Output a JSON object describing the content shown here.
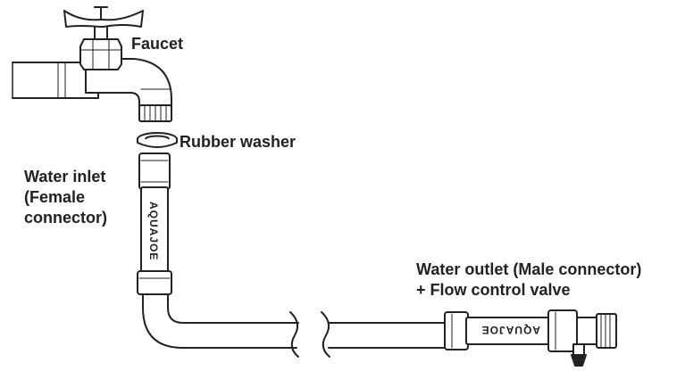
{
  "labels": {
    "faucet": "Faucet",
    "washer": "Rubber washer",
    "inlet": [
      "Water inlet",
      "(Female",
      "connector)"
    ],
    "outlet": [
      "Water outlet (Male connector)",
      "+ Flow control valve"
    ]
  },
  "brand": {
    "inlet_text": "AQUAJOE",
    "outlet_text": "AQUAJOE"
  },
  "colors": {
    "stroke": "#222222",
    "fill": "#ffffff"
  }
}
